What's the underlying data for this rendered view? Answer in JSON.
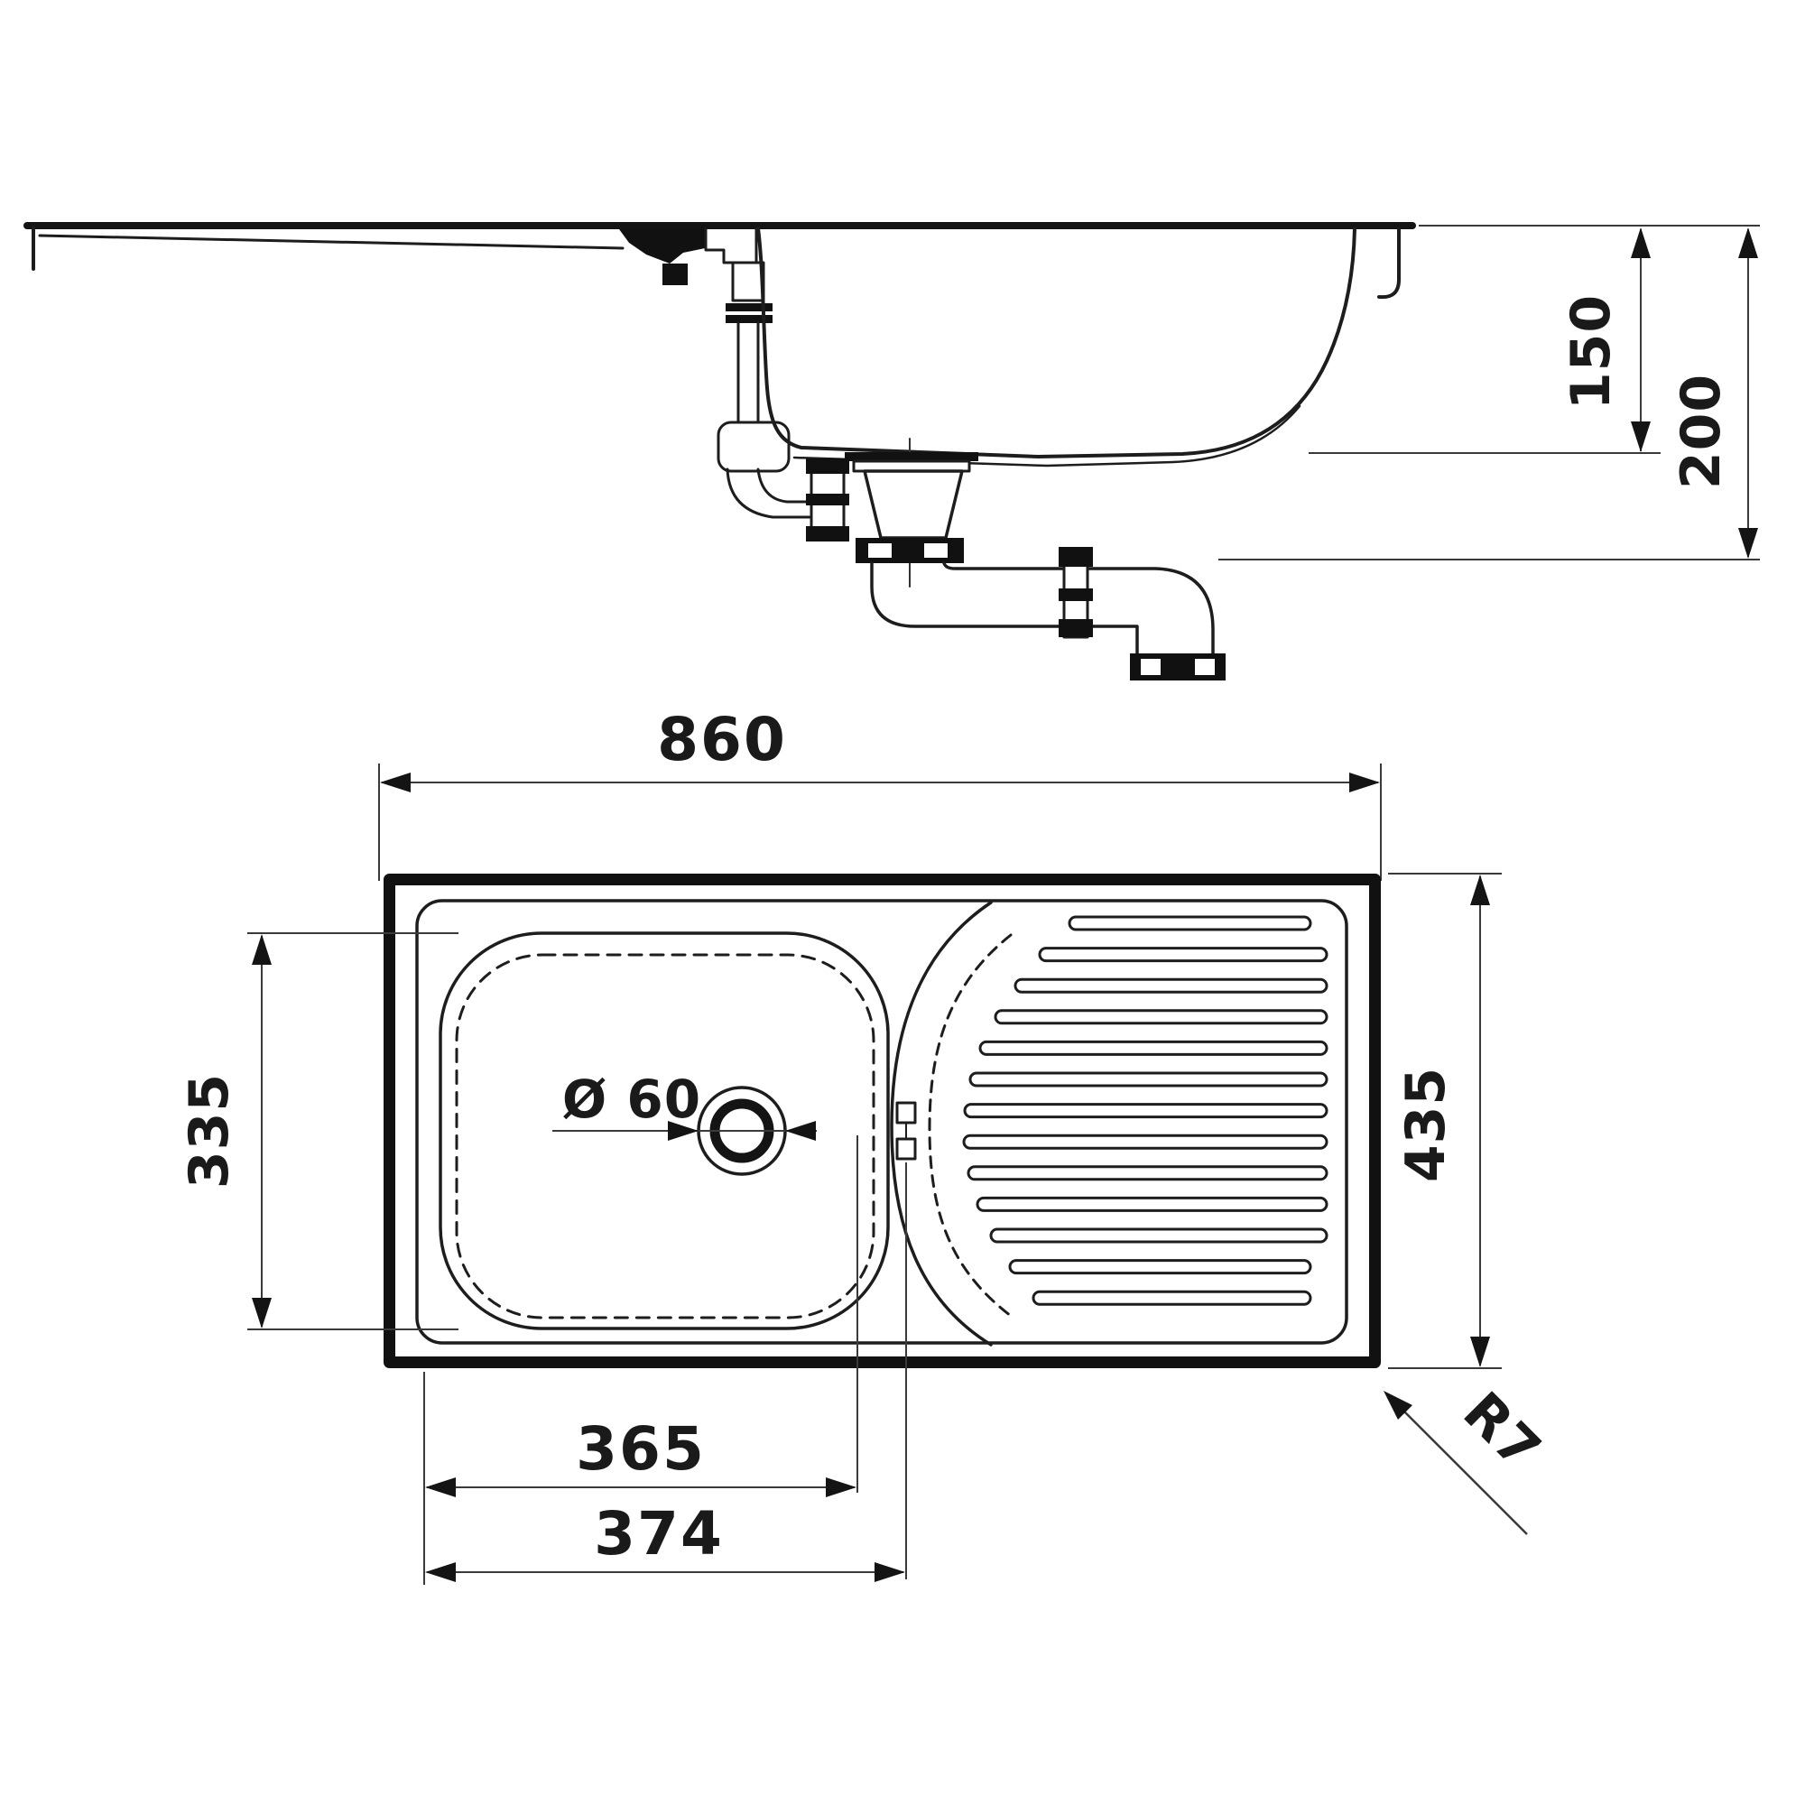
{
  "drawing": {
    "type": "technical-dimension-drawing",
    "subject": "inset kitchen sink with single bowl, drainer and waste trap plumbing",
    "views": {
      "side_section": "side section view with waste plumbing",
      "plan": "top plan view with bowl, waste hole and drainer ribs"
    },
    "line_color": "#1d1d1d",
    "dim_color": "#3a3a3a",
    "background": "#ffffff",
    "dimensions": {
      "bowl_depth": "150",
      "total_depth": "200",
      "overall_length": "860",
      "bowl_length": "335",
      "overall_width": "435",
      "bowl_width_inner": "365",
      "bowl_width_outer": "374",
      "waste_hole_diameter": "Ø 60",
      "corner_radius": "R7"
    }
  }
}
